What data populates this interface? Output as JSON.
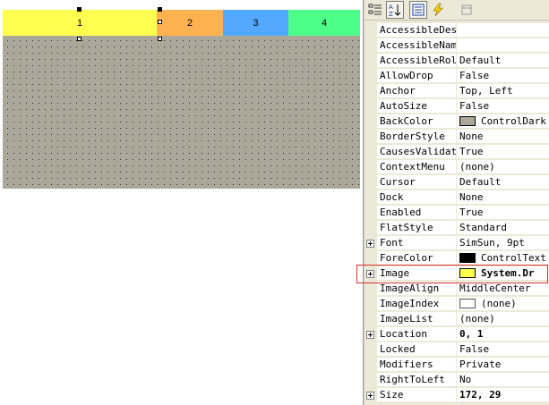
{
  "designer": {
    "segments": [
      {
        "label": "1",
        "color": "#ffff4f"
      },
      {
        "label": "2",
        "color": "#ffb24f"
      },
      {
        "label": "3",
        "color": "#52a9ff"
      },
      {
        "label": "4",
        "color": "#4dff88"
      }
    ],
    "surface_color": "#aca899"
  },
  "toolbar": {
    "buttons": [
      "categorized-icon",
      "alphabetical-icon",
      "properties-icon",
      "events-icon",
      "property-pages-icon"
    ]
  },
  "properties": [
    {
      "name": "AccessibleDesc",
      "value": "",
      "expandable": false
    },
    {
      "name": "AccessibleName",
      "value": "",
      "expandable": false
    },
    {
      "name": "AccessibleRole",
      "value": "Default",
      "expandable": false
    },
    {
      "name": "AllowDrop",
      "value": "False",
      "expandable": false
    },
    {
      "name": "Anchor",
      "value": "Top, Left",
      "expandable": false
    },
    {
      "name": "AutoSize",
      "value": "False",
      "expandable": false
    },
    {
      "name": "BackColor",
      "value": "ControlDark",
      "expandable": false,
      "swatch": "#aca899"
    },
    {
      "name": "BorderStyle",
      "value": "None",
      "expandable": false
    },
    {
      "name": "CausesValidati",
      "value": "True",
      "expandable": false
    },
    {
      "name": "ContextMenu",
      "value": "(none)",
      "expandable": false
    },
    {
      "name": "Cursor",
      "value": "Default",
      "expandable": false
    },
    {
      "name": "Dock",
      "value": "None",
      "expandable": false
    },
    {
      "name": "Enabled",
      "value": "True",
      "expandable": false
    },
    {
      "name": "FlatStyle",
      "value": "Standard",
      "expandable": false
    },
    {
      "name": "Font",
      "value": "SimSun, 9pt",
      "expandable": true
    },
    {
      "name": "ForeColor",
      "value": "ControlText",
      "expandable": false,
      "swatch": "#000000"
    },
    {
      "name": "Image",
      "value": "System.Dr",
      "expandable": true,
      "swatch": "#ffff4f",
      "bold": true
    },
    {
      "name": "ImageAlign",
      "value": "MiddleCenter",
      "expandable": false
    },
    {
      "name": "ImageIndex",
      "value": "(none)",
      "expandable": false,
      "swatch": "#ffffff"
    },
    {
      "name": "ImageList",
      "value": "(none)",
      "expandable": false
    },
    {
      "name": "Location",
      "value": "0, 1",
      "expandable": true,
      "bold": true
    },
    {
      "name": "Locked",
      "value": "False",
      "expandable": false
    },
    {
      "name": "Modifiers",
      "value": "Private",
      "expandable": false
    },
    {
      "name": "RightToLeft",
      "value": "No",
      "expandable": false
    },
    {
      "name": "Size",
      "value": "172, 29",
      "expandable": true,
      "bold": true
    }
  ],
  "highlight_color": "#d9302a"
}
